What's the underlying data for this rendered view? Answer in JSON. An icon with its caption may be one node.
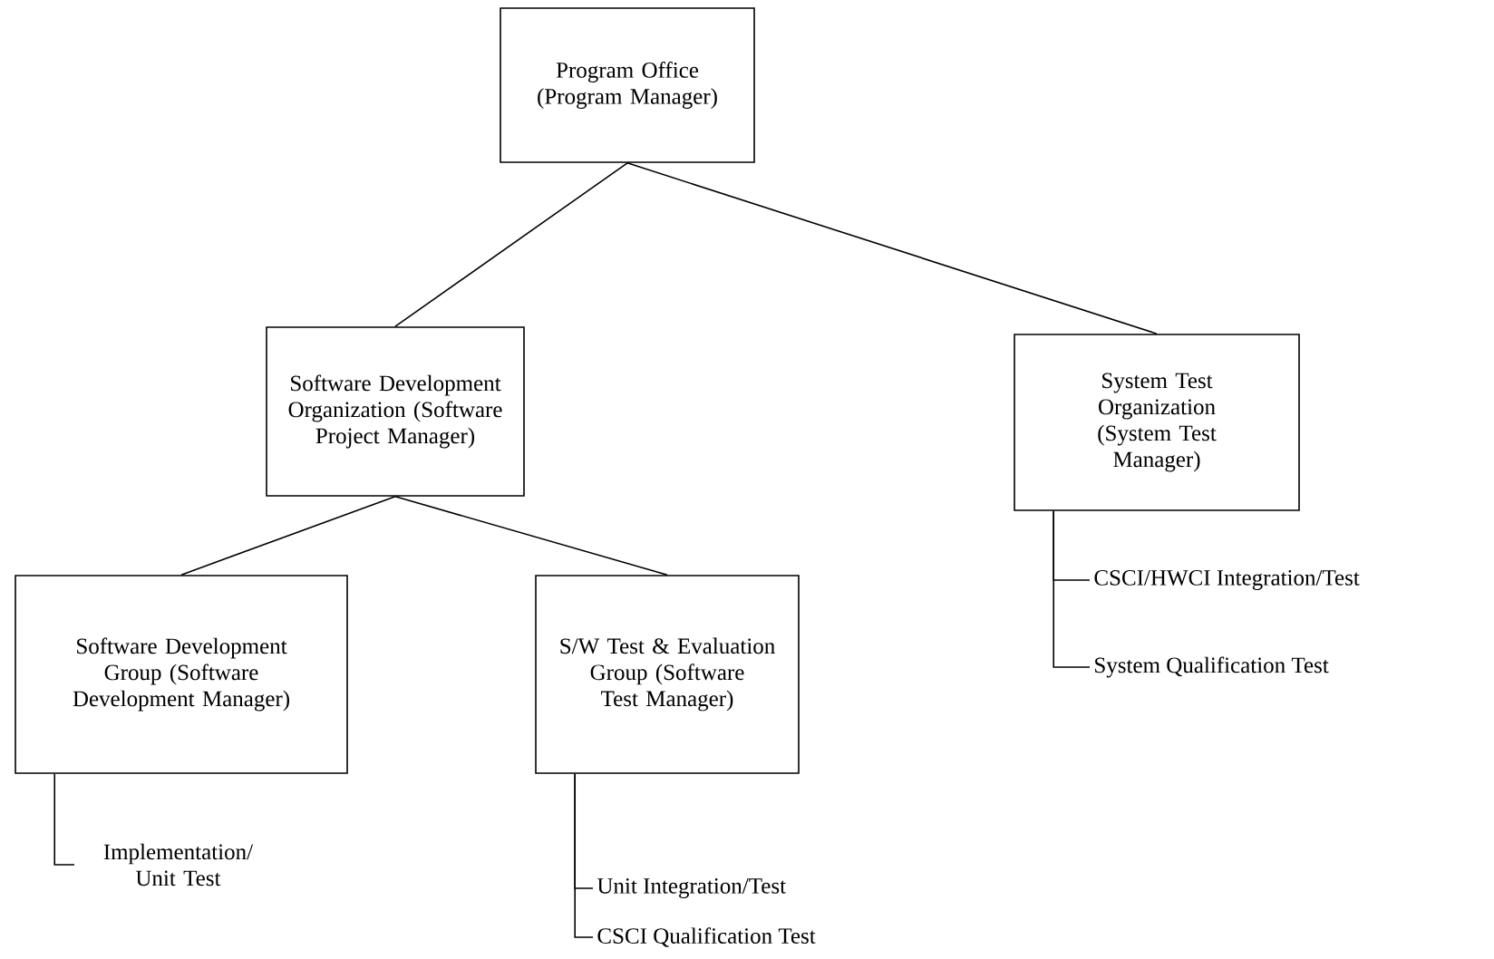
{
  "diagram": {
    "nodes": [
      {
        "text": [
          "Program Office (Program Manager)"
        ]
      },
      {
        "text": [
          "Software Development Organization (Software Project Manager)"
        ]
      },
      {
        "text": [
          "System Test Organization (System Test Manager)"
        ]
      },
      {
        "text": [
          "Software Development Group (Software Development Manager)"
        ]
      },
      {
        "text": [
          "S/W Test & Evaluation Group (Software Test Manager)"
        ]
      },
      {
        "text": [
          "Implementation/ Unit Test"
        ]
      },
      {
        "text": [
          "Unit Integration/Test"
        ]
      },
      {
        "text": [
          "CSCI Qualification Test"
        ]
      },
      {
        "text": [
          "CSCI/HWCI Integration/Test"
        ]
      },
      {
        "text": [
          "System Qualification Test"
        ]
      }
    ],
    "edges": [
      {
        "from": 0,
        "to": 1,
        "arrow": "none"
      },
      {
        "from": 0,
        "to": 2,
        "arrow": "none"
      },
      {
        "from": 1,
        "to": 3,
        "arrow": "none"
      },
      {
        "from": 1,
        "to": 4,
        "arrow": "none"
      },
      {
        "from": 3,
        "to": 5,
        "arrow": "none"
      },
      {
        "from": 4,
        "to": 6,
        "arrow": "none"
      },
      {
        "from": 4,
        "to": 7,
        "arrow": "none"
      },
      {
        "from": 2,
        "to": 8,
        "arrow": "none"
      },
      {
        "from": 2,
        "to": 9,
        "arrow": "none"
      }
    ]
  }
}
